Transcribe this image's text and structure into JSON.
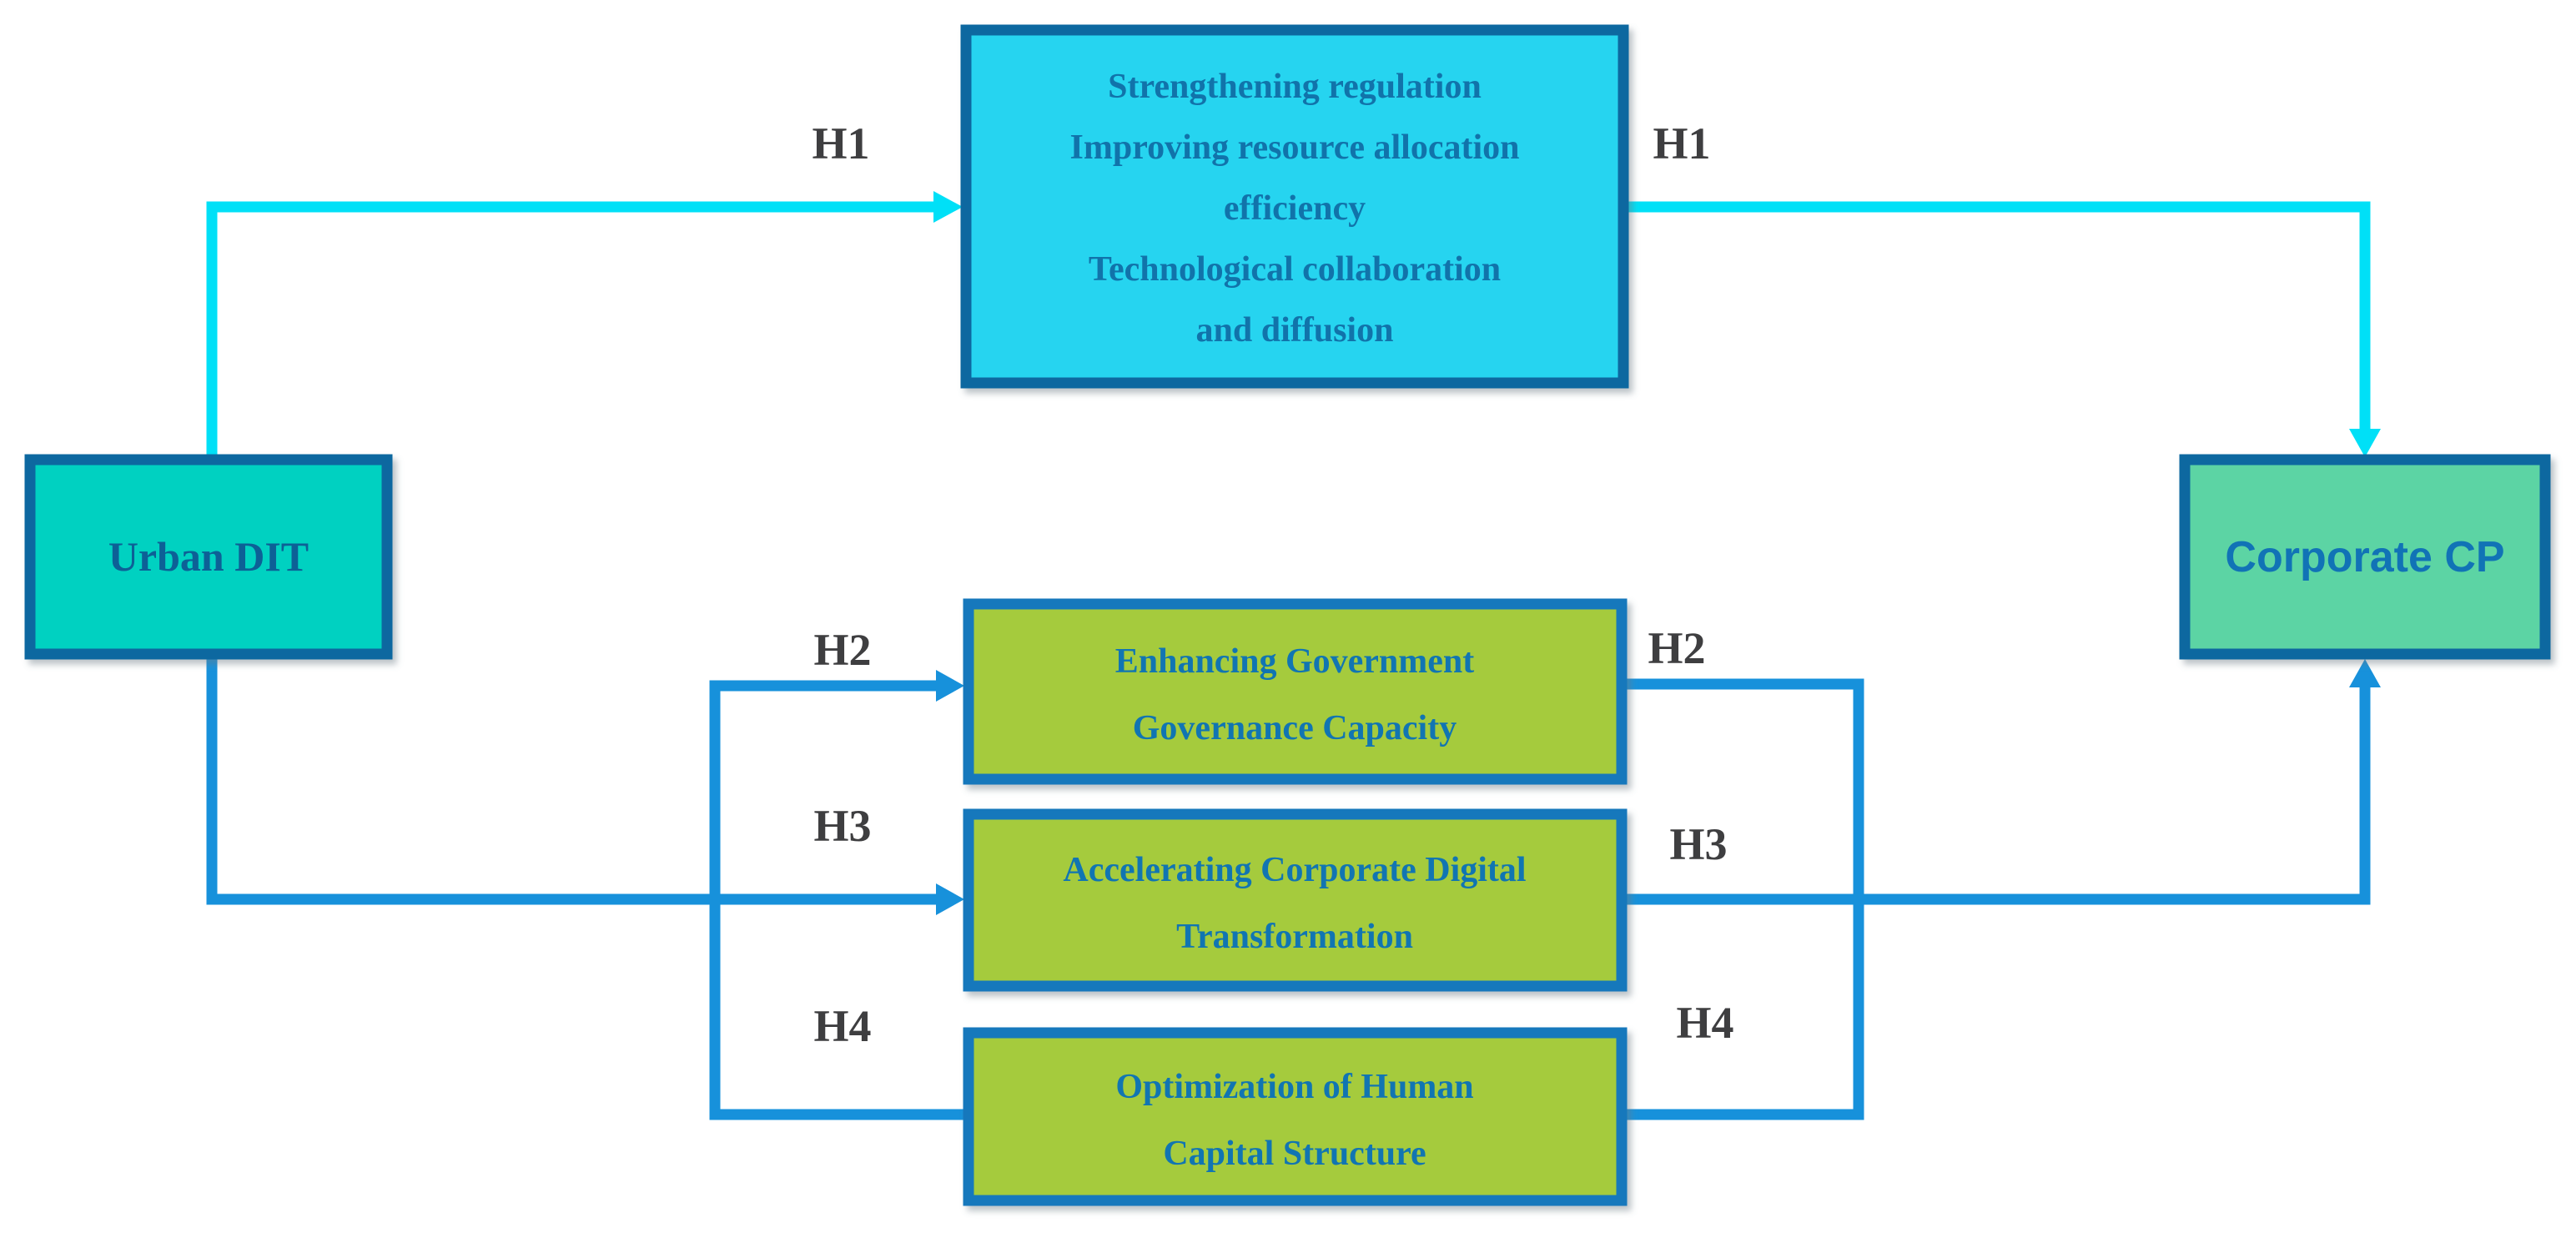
{
  "diagram": {
    "nodes": {
      "urban_dit": {
        "label": "Urban DIT"
      },
      "macro_mechanisms": {
        "lines": [
          "Strengthening regulation",
          "Improving resource allocation",
          "efficiency",
          "Technological collaboration",
          "and diffusion"
        ]
      },
      "governance": {
        "lines": [
          "Enhancing Government",
          "Governance Capacity"
        ]
      },
      "digital_transformation": {
        "lines": [
          "Accelerating Corporate Digital",
          "Transformation"
        ]
      },
      "human_capital": {
        "lines": [
          "Optimization of Human",
          "Capital Structure"
        ]
      },
      "corporate_cp": {
        "label": "Corporate CP"
      }
    },
    "edge_labels": {
      "h1_left": "H1",
      "h1_right": "H1",
      "h2_left": "H2",
      "h2_right": "H2",
      "h3_left": "H3",
      "h3_right": "H3",
      "h4_left": "H4",
      "h4_right": "H4"
    },
    "colors": {
      "cyan_connector": "#00E0F7",
      "blue_connector": "#1791DB",
      "node_border_dark": "#0D67A0",
      "node_border_green": "#1478BC",
      "urban_fill": "#00D1C1",
      "mechanism_fill": "#27D4F0",
      "mediator_fill": "#A5CB3D",
      "cp_fill": "#5CD4A4",
      "urban_text": "#0D6096",
      "mechanism_text": "#1173AA",
      "mediator_text": "#1175B2",
      "cp_text": "#1173B6",
      "edge_label_text": "#3E3E40"
    }
  }
}
